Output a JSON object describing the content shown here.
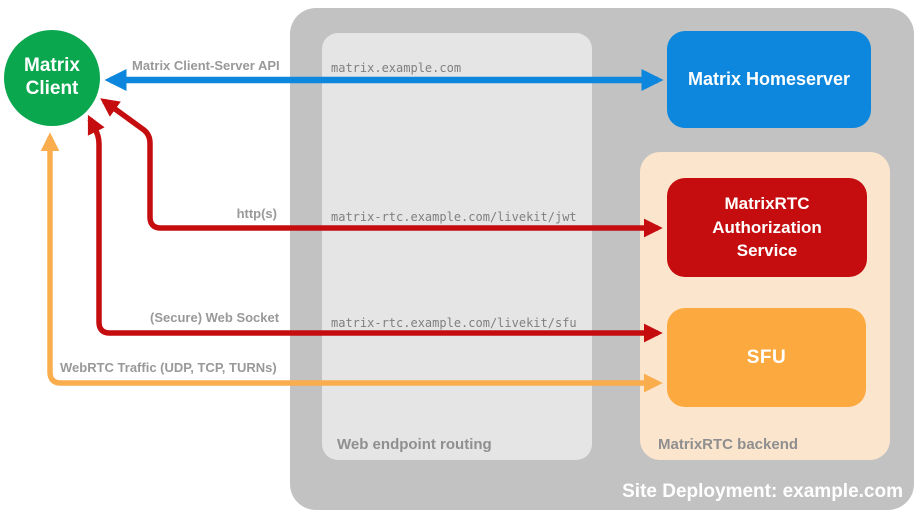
{
  "client": {
    "label": "Matrix Client",
    "color": "#0ba74f"
  },
  "deployment": {
    "title": "Site Deployment: example.com",
    "bg_color": "#c2c2c2",
    "routing": {
      "label": "Web endpoint routing",
      "bg_color": "#e5e5e5",
      "endpoints": {
        "homeserver": "matrix.example.com",
        "jwt": "matrix-rtc.example.com/livekit/jwt",
        "sfu": "matrix-rtc.example.com/livekit/sfu"
      }
    },
    "backend": {
      "label": "MatrixRTC backend",
      "bg_color": "#fce5cd"
    },
    "nodes": {
      "homeserver": {
        "label": "Matrix Homeserver",
        "color": "#0d87de"
      },
      "auth": {
        "label": "MatrixRTC Authorization Service",
        "color": "#c50d0f"
      },
      "sfu": {
        "label": "SFU",
        "color": "#fca93f"
      }
    }
  },
  "connections": {
    "client_server_api": {
      "label": "Matrix Client-Server API",
      "color": "#0d87de",
      "style": "bidirectional"
    },
    "https": {
      "label": "http(s)",
      "color": "#c50d0f",
      "style": "bidirectional"
    },
    "websocket": {
      "label": "(Secure) Web Socket",
      "color": "#c50d0f",
      "style": "bidirectional"
    },
    "webrtc": {
      "label": "WebRTC Traffic (UDP, TCP, TURNs)",
      "color": "#f9ad4d",
      "style": "bidirectional"
    }
  }
}
